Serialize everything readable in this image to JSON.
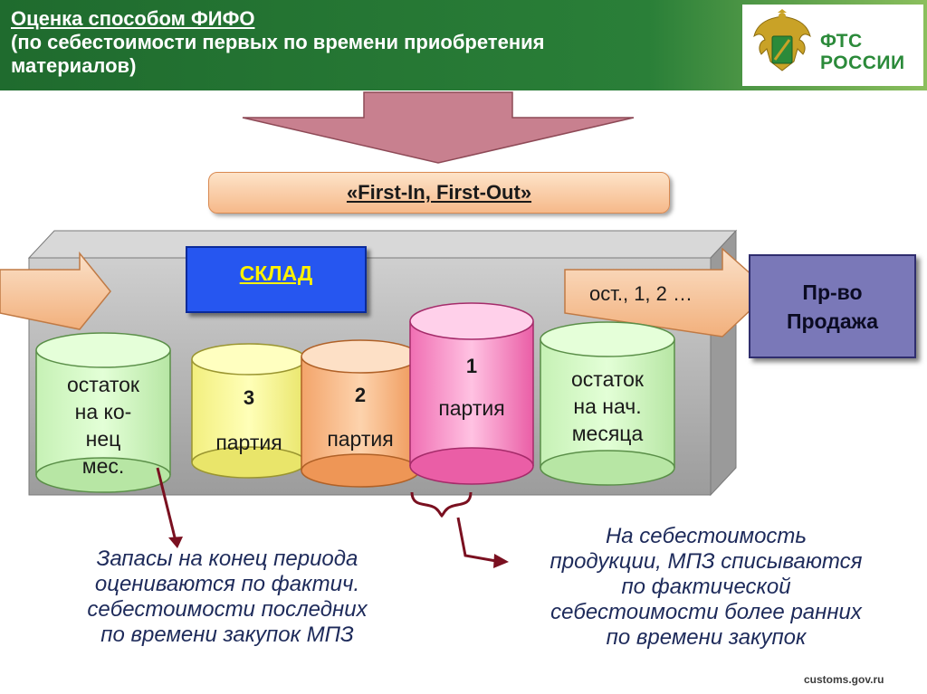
{
  "header": {
    "title_line1": "Оценка способом ФИФО",
    "title_line2": "(по себестоимости первых по времени приобретения",
    "title_line3": "материалов)",
    "org_line1": "ФТС",
    "org_line2": "РОССИИ"
  },
  "banner": {
    "text": "«First-In, First-Out»"
  },
  "warehouse": {
    "label": "СКЛАД"
  },
  "outflow": {
    "label": "ост., 1, 2 …"
  },
  "destination": {
    "label": "Пр-во\nПродажа"
  },
  "cylinders": [
    {
      "number": "",
      "label": "остаток\nна ко-\nнец\nмес."
    },
    {
      "number": "3",
      "label": "партия"
    },
    {
      "number": "2",
      "label": "партия"
    },
    {
      "number": "1",
      "label": "партия"
    },
    {
      "number": "",
      "label": "остаток\nна нач.\nмесяца"
    }
  ],
  "notes": {
    "left": "Запасы на конец периода\nоцениваются по фактич.\nсебестоимости последних\nпо времени закупок МПЗ",
    "right": "На себестоимость\nпродукции, МПЗ списываются\nпо фактической\nсебестоимости более ранних\nпо времени закупок"
  },
  "footer": {
    "url": "customs.gov.ru"
  },
  "colors": {
    "header_green": "#2a7f38",
    "warehouse_blue": "#2656f0",
    "warehouse_text_yellow": "#fff200",
    "destination_purple": "#7a78b8",
    "note_text": "#1d2a5a"
  },
  "icons": [
    "emblem-icon",
    "arrow-down-icon",
    "arrow-right-icon",
    "brace-icon"
  ]
}
